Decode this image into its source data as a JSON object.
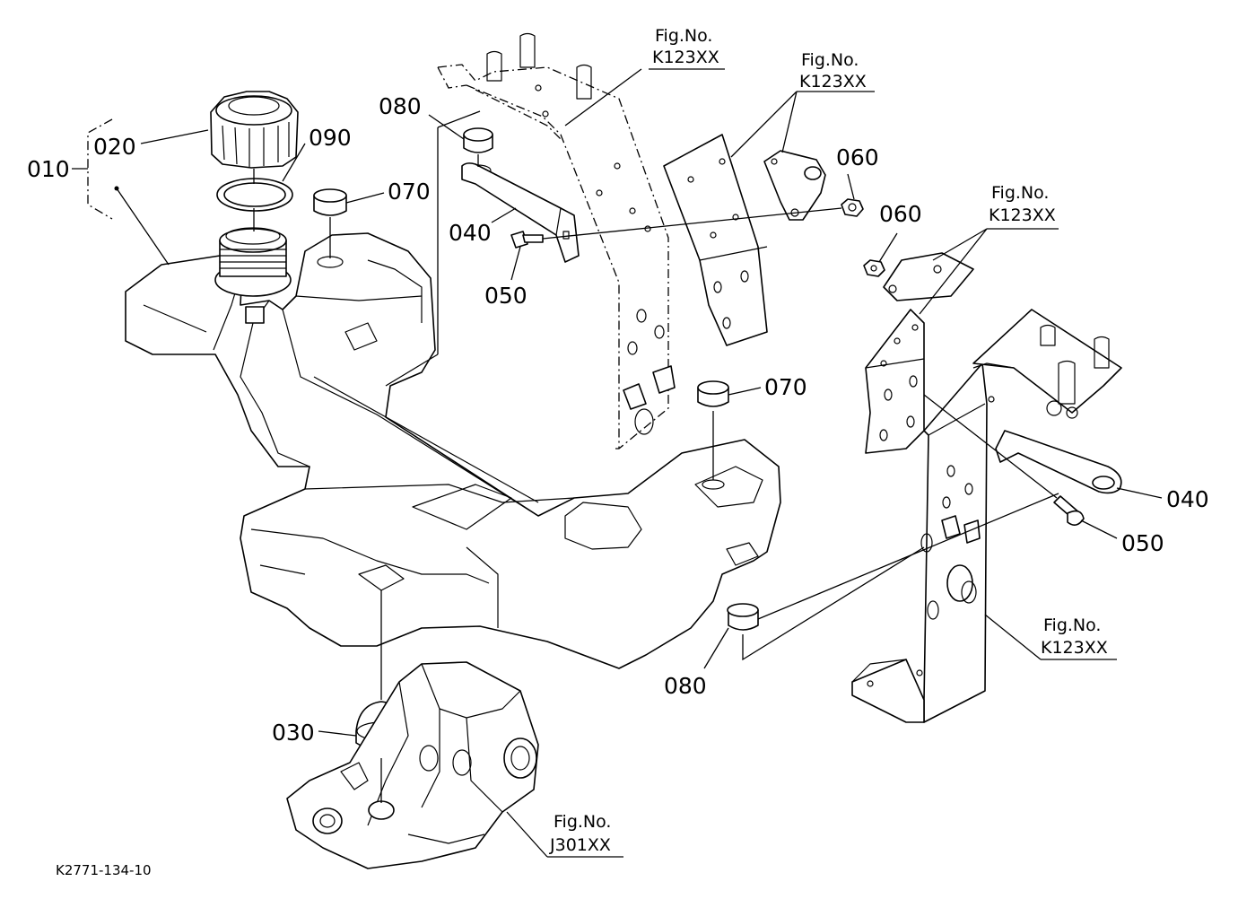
{
  "parts": {
    "p010": "010",
    "p020": "020",
    "p090": "090",
    "p070a": "070",
    "p080a": "080",
    "p040a": "040",
    "p050a": "050",
    "p060a": "060",
    "p060b": "060",
    "p070b": "070",
    "p040b": "040",
    "p050b": "050",
    "p080b": "080",
    "p030": "030"
  },
  "figrefs": {
    "f1": {
      "title": "Fig.No.",
      "code": "K123XX"
    },
    "f2": {
      "title": "Fig.No.",
      "code": "K123XX"
    },
    "f3": {
      "title": "Fig.No.",
      "code": "K123XX"
    },
    "f4": {
      "title": "Fig.No.",
      "code": "K123XX"
    },
    "f5": {
      "title": "Fig.No.",
      "code": "J301XX"
    }
  },
  "drawing_id": "K2771-134-10"
}
